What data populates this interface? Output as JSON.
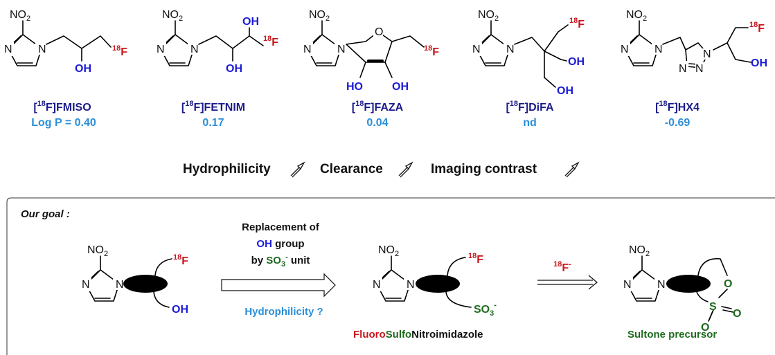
{
  "tracers": [
    {
      "name_sup": "18",
      "name": "F]FMISO",
      "logp": "Log P = 0.40"
    },
    {
      "name_sup": "18",
      "name": "F]FETNIM",
      "logp": "0.17"
    },
    {
      "name_sup": "18",
      "name": "F]FAZA",
      "logp": "0.04"
    },
    {
      "name_sup": "18",
      "name": "F]DiFA",
      "logp": "nd"
    },
    {
      "name_sup": "18",
      "name": "F]HX4",
      "logp": "-0.69"
    }
  ],
  "atoms": {
    "no2": "NO",
    "two": "2",
    "n": "N",
    "o": "O",
    "oh": "OH",
    "ho": "HO",
    "f18_mass": "18",
    "f": "F",
    "s": "S",
    "so3": "SO",
    "three": "3",
    "minus": "-"
  },
  "trends": {
    "hydrophilicity": "Hydrophilicity",
    "clearance": "Clearance",
    "contrast": "Imaging contrast"
  },
  "goal": {
    "title": "Our goal :",
    "replace_line1": "Replacement of",
    "replace_oh": "OH",
    "replace_group": " group",
    "replace_by": "by ",
    "replace_so3": "SO",
    "replace_unit": " unit",
    "question": "Hydrophilicity ?",
    "fluoride_mass": "18",
    "fluoride": "F",
    "fluoride_charge": "-",
    "product_fluoro": "Fluoro",
    "product_sulfo": "Sulfo",
    "product_nitro": "Nitroimidazole",
    "precursor": "Sultone precursor"
  },
  "colors": {
    "blue_atom": "#1a1ad6",
    "red_fluorine": "#c8161d",
    "green_sulfur": "#1e6b1e",
    "navy_name": "#1b1b8a",
    "light_blue": "#2a8fd8"
  }
}
